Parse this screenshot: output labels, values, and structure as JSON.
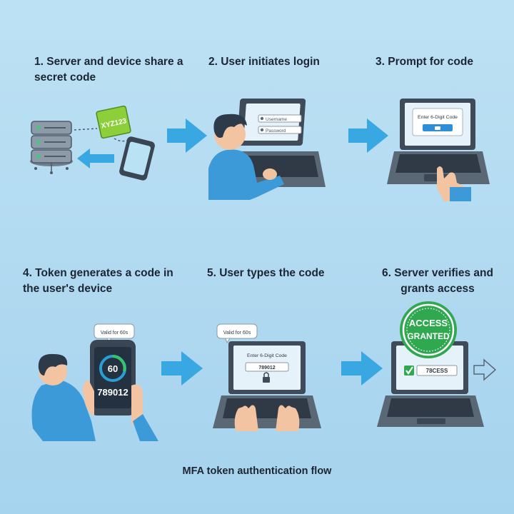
{
  "steps": [
    {
      "title": "1. Server and device share a secret code",
      "label": "XYZ123"
    },
    {
      "title": "2. User initiates login",
      "fields": [
        "Username",
        "Password"
      ]
    },
    {
      "title": "3. Prompt for code",
      "prompt": "Enter 6-Digit Code"
    },
    {
      "title": "4. Token generates a code in the user's device",
      "bubble": "Valid for 60s",
      "seconds": "60",
      "code": "789012"
    },
    {
      "title": "5. User types the code",
      "bubble": "Valid for 60s",
      "prompt": "Enter 6-Digit Code",
      "code": "789012"
    },
    {
      "title": "6. Server verifies and grants access",
      "badge_top": "ACCESS",
      "badge_bottom": "GRANTED",
      "code": "78CESS"
    }
  ],
  "caption": "MFA token authentication flow",
  "colors": {
    "arrow": "#39a7e2",
    "background": "#b7ddf2",
    "badge": "#2fa84f",
    "check": "#2fa84f"
  }
}
